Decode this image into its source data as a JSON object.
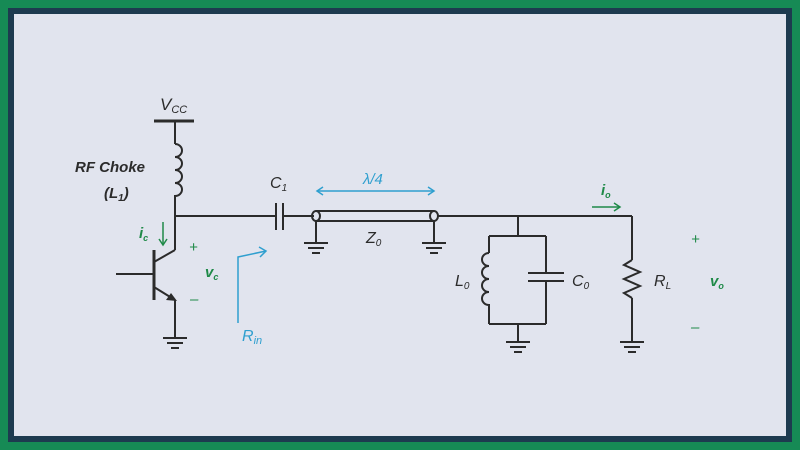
{
  "diagram": {
    "vcc": {
      "main": "V",
      "sub": "CC"
    },
    "choke_line1": "RF Choke",
    "choke_line2": {
      "pre": "(L",
      "sub": "1",
      "post": ")"
    },
    "c1": {
      "main": "C",
      "sub": "1"
    },
    "lambda": "λ/4",
    "z0": {
      "main": "Z",
      "sub": "0"
    },
    "ic": {
      "main": "i",
      "sub": "c"
    },
    "vc": {
      "main": "v",
      "sub": "c"
    },
    "plus": "+",
    "minus": "–",
    "rin": {
      "main": "R",
      "sub": "in"
    },
    "io": {
      "main": "i",
      "sub": "o"
    },
    "l0": {
      "main": "L",
      "sub": "0"
    },
    "c0": {
      "main": "C",
      "sub": "0"
    },
    "rl": {
      "main": "R",
      "sub": "L"
    },
    "vo": {
      "main": "v",
      "sub": "o"
    }
  },
  "colors": {
    "wire": "#2b2b2b",
    "green": "#1f8a48",
    "blue": "#2f9fcf",
    "panel": "#e1e4ee",
    "border": "#168a55"
  }
}
